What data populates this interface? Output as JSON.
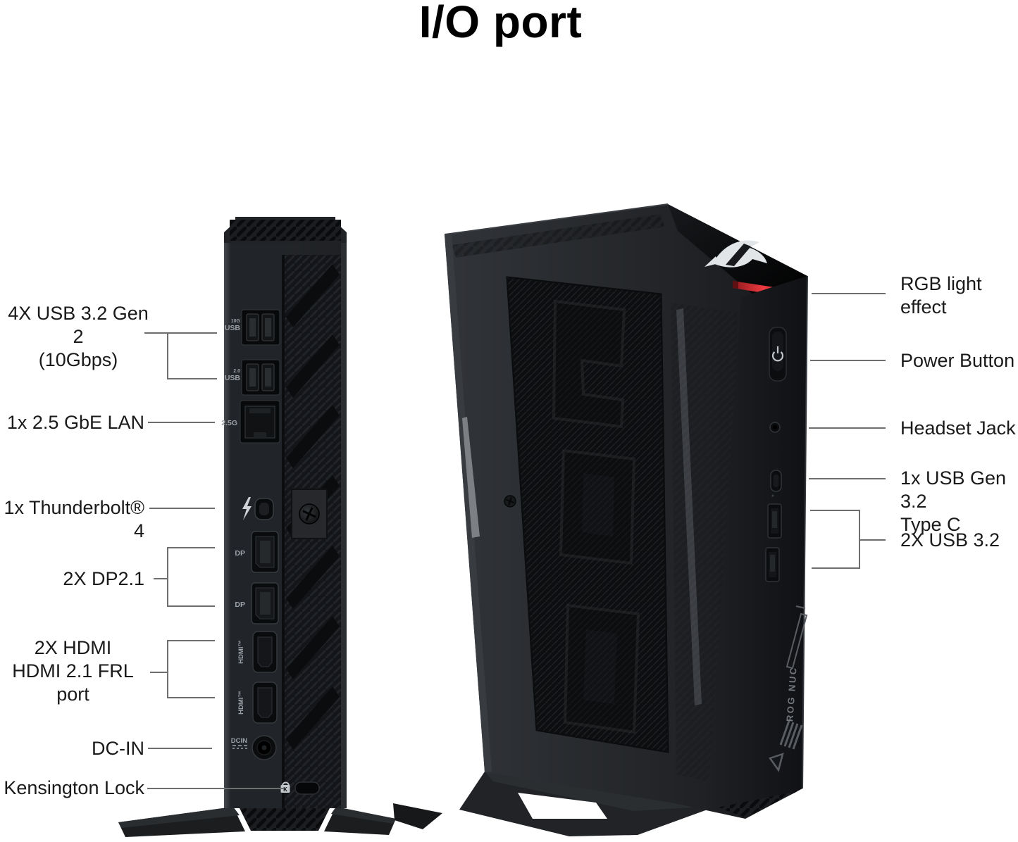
{
  "title": "I/O port",
  "colors": {
    "rgb_strip_red": "#e03238",
    "callout_line_gray": "#6e6e6e",
    "label_text": "#1a1a1a",
    "device_body": "#202225"
  },
  "left_callouts": {
    "usb4x": "4X USB 3.2 Gen 2\n(10Gbps)",
    "lan": "1x 2.5 GbE LAN",
    "tb4": "1x Thunderbolt® 4",
    "dp": "2X DP2.1",
    "hdmi": "2X HDMI\nHDMI 2.1 FRL port",
    "dcin": "DC-IN",
    "klock": "Kensington Lock"
  },
  "right_callouts": {
    "rgb": "RGB light\neffect",
    "power": "Power Button",
    "headset": "Headset Jack",
    "usbc": "1x USB Gen 3.2\nType C",
    "usb32": "2X USB 3.2"
  },
  "rear_ports": {
    "usb_top_tag": "10G",
    "usb_top": "USB",
    "usb_bot_tag": "2.0",
    "usb_bot": "USB",
    "lan": "2.5G",
    "dp1": "DP",
    "dp2": "DP",
    "hdmi1": "HDMI™",
    "hdmi2": "HDMI™",
    "dcin": "DCIN",
    "klock_letter": "K"
  },
  "front_device": {
    "side_text": "ROG NUC"
  }
}
